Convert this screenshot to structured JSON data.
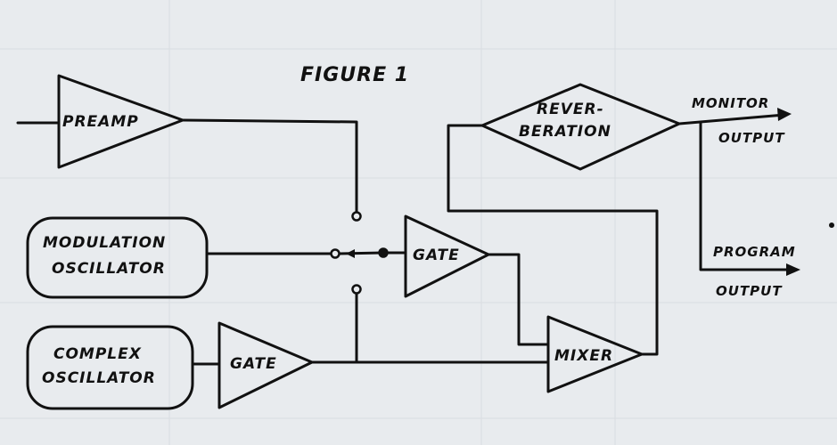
{
  "figure_title": "FIGURE 1",
  "blocks": {
    "preamp": "PREAMP",
    "reverb_line1": "REVER-",
    "reverb_line2": "BERATION",
    "mod_osc_line1": "MODULATION",
    "mod_osc_line2": "OSCILLATOR",
    "gate_upper": "GATE",
    "complex_osc_line1": "COMPLEX",
    "complex_osc_line2": "OSCILLATOR",
    "gate_lower": "GATE",
    "mixer": "MIXER"
  },
  "outputs": {
    "monitor_line1": "MONITOR",
    "monitor_line2": "OUTPUT",
    "program_line1": "PROGRAM",
    "program_line2": "OUTPUT"
  }
}
